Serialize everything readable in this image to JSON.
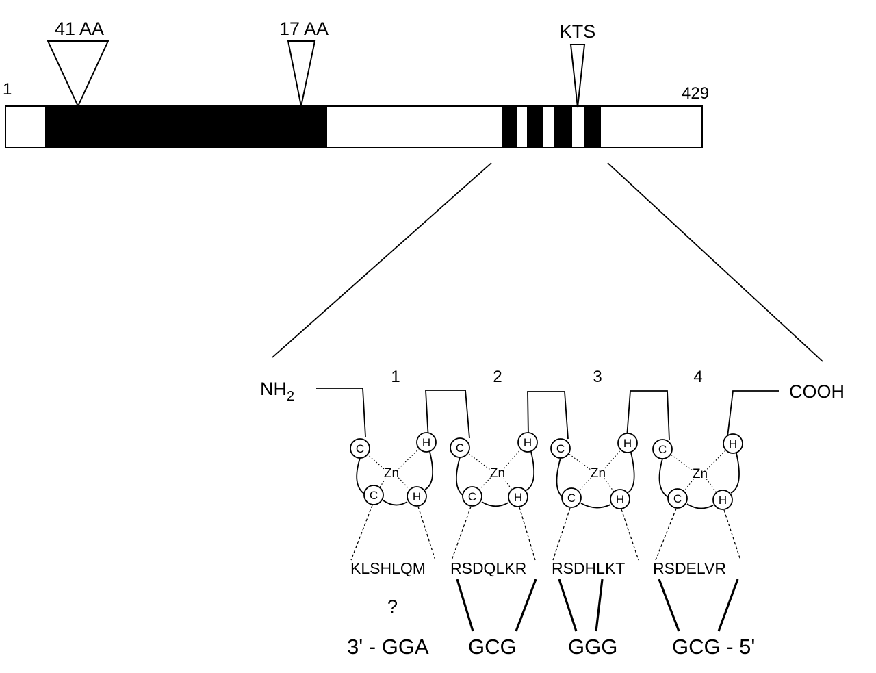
{
  "protein_bar": {
    "start_label": "1",
    "end_label": "429",
    "insertions": [
      {
        "label": "41 AA"
      },
      {
        "label": "17 AA"
      },
      {
        "label": "KTS"
      }
    ]
  },
  "zinc_fingers": {
    "n_terminus": "NH",
    "n_terminus_sub": "2",
    "c_terminus": "COOH",
    "fingers": [
      {
        "number": "1",
        "cys1": "C",
        "cys2": "C",
        "his1": "H",
        "his2": "H",
        "metal": "Zn",
        "sequence": "KLSHLQM"
      },
      {
        "number": "2",
        "cys1": "C",
        "cys2": "C",
        "his1": "H",
        "his2": "H",
        "metal": "Zn",
        "sequence": "RSDQLKR"
      },
      {
        "number": "3",
        "cys1": "C",
        "cys2": "C",
        "his1": "H",
        "his2": "H",
        "metal": "Zn",
        "sequence": "RSDHLKT"
      },
      {
        "number": "4",
        "cys1": "C",
        "cys2": "C",
        "his1": "H",
        "his2": "H",
        "metal": "Zn",
        "sequence": "RSDELVR"
      }
    ]
  },
  "dna": {
    "unknown_mark": "?",
    "triplets": [
      "3' - GGA",
      "GCG",
      "GGG",
      "GCG - 5'"
    ]
  }
}
